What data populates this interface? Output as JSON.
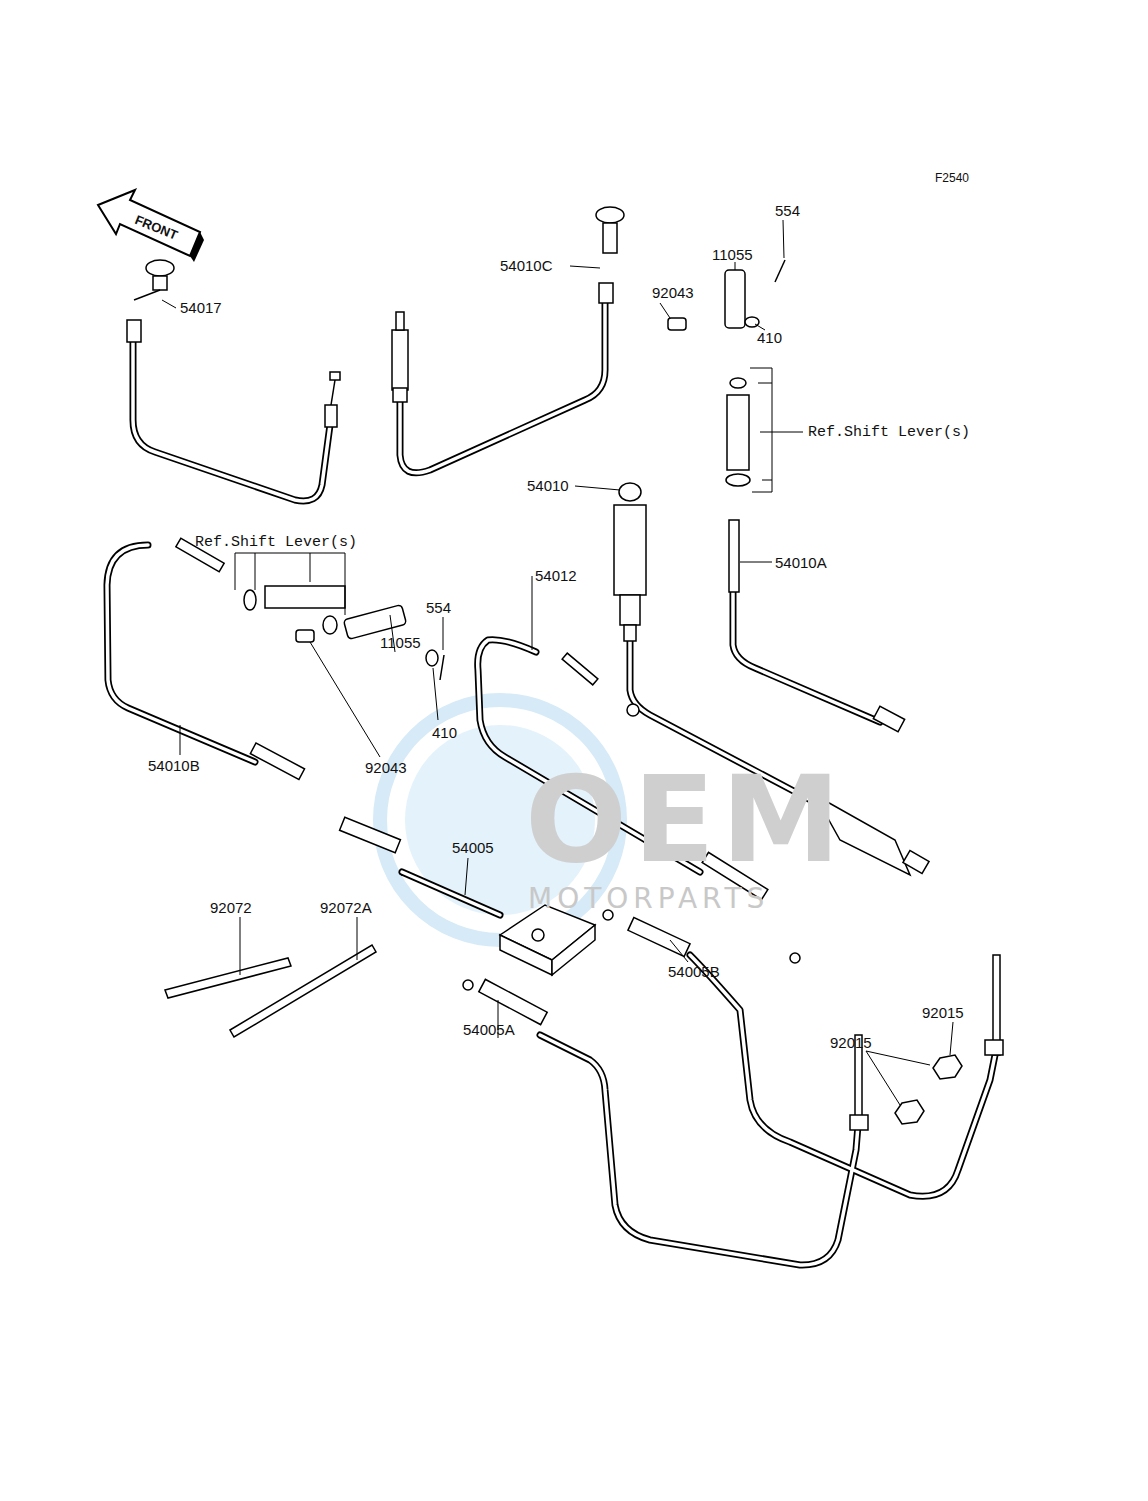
{
  "diagram": {
    "labels": [
      "F2540",
      "FRONT",
      "554",
      "54010C",
      "11055",
      "92043",
      "54017",
      "410",
      "Ref.Shift Lever(s)",
      "54010",
      "54010A",
      "Ref.Shift Lever(s)",
      "54012",
      "554",
      "11055",
      "410",
      "54010B",
      "92043",
      "54005",
      "92072",
      "92072A",
      "54005B",
      "92015",
      "92015",
      "54005A",
      "OEM",
      "MOTORPARTS"
    ]
  }
}
